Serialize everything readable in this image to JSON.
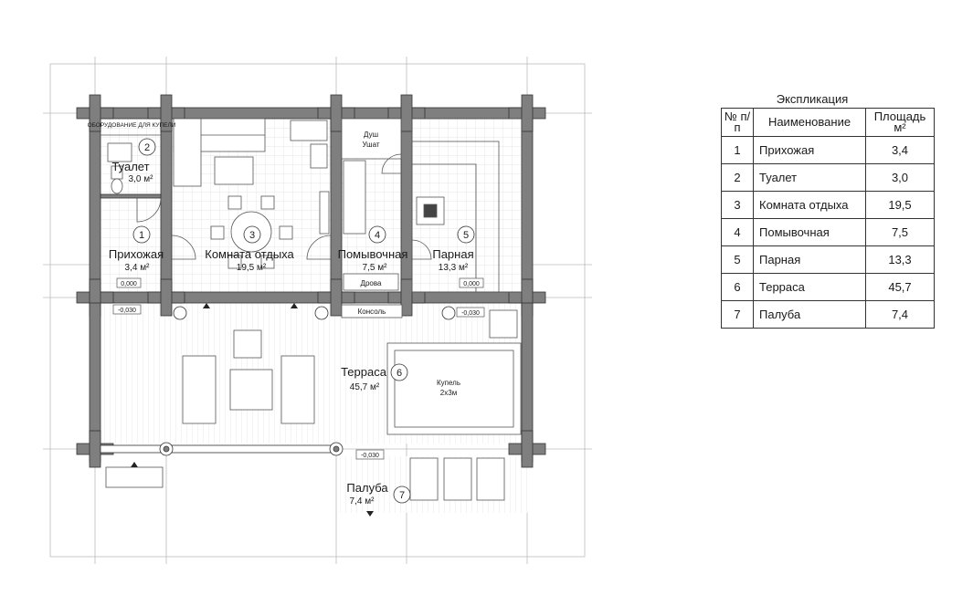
{
  "explication": {
    "title": "Экспликация",
    "headers": {
      "num": "№ п/п",
      "name": "Наименование",
      "area": "Площадь",
      "area_unit": "м²"
    },
    "rows": [
      {
        "num": "1",
        "name": "Прихожая",
        "area": "3,4"
      },
      {
        "num": "2",
        "name": "Туалет",
        "area": "3,0"
      },
      {
        "num": "3",
        "name": "Комната отдыха",
        "area": "19,5"
      },
      {
        "num": "4",
        "name": "Помывочная",
        "area": "7,5"
      },
      {
        "num": "5",
        "name": "Парная",
        "area": "13,3"
      },
      {
        "num": "6",
        "name": "Терраса",
        "area": "45,7"
      },
      {
        "num": "7",
        "name": "Палуба",
        "area": "7,4"
      }
    ]
  },
  "plan": {
    "rooms": [
      {
        "num": "1",
        "name": "Прихожая",
        "area": "3,4 м²"
      },
      {
        "num": "2",
        "name": "Туалет",
        "area": "3,0 м²"
      },
      {
        "num": "3",
        "name": "Комната отдыха",
        "area": "19,5 м²"
      },
      {
        "num": "4",
        "name": "Помывочная",
        "area": "7,5 м²"
      },
      {
        "num": "5",
        "name": "Парная",
        "area": "13,3 м²"
      },
      {
        "num": "6",
        "name": "Терраса",
        "area": "45,7 м²"
      },
      {
        "num": "7",
        "name": "Палуба",
        "area": "7,4 м²"
      }
    ],
    "labels": {
      "equipment": "ОБОРУДОВАНИЕ ДЛЯ КУПЕЛИ",
      "shower": "Душ",
      "tub": "Ушат",
      "firewood": "Дрова",
      "console": "Консоль",
      "font": "Купель",
      "font_size": "2х3м"
    },
    "levels": {
      "hall": "0,000",
      "steam": "0,000",
      "terrace_left": "-0,030",
      "terrace_right": "-0,030",
      "deck": "-0,030"
    }
  }
}
